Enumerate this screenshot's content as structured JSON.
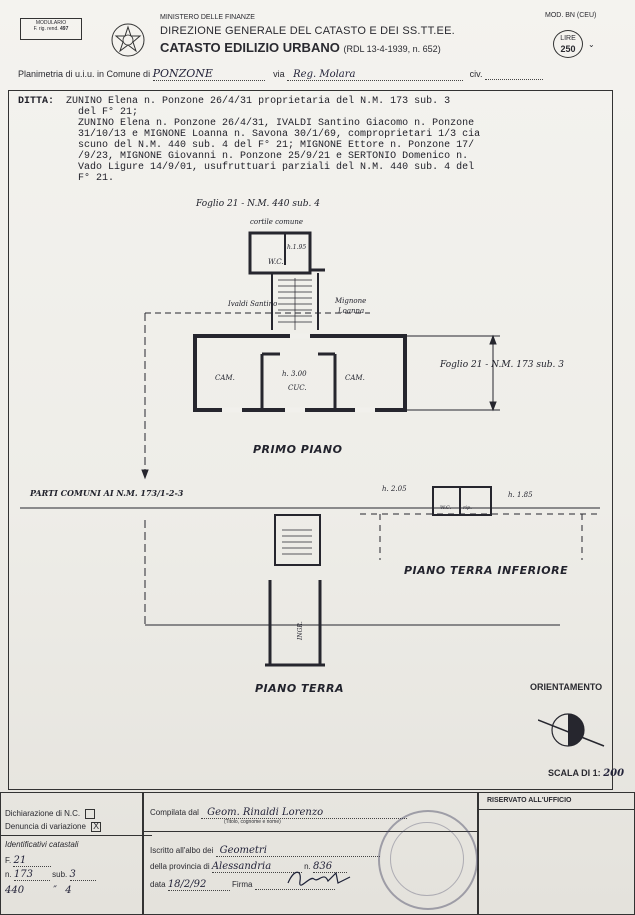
{
  "header": {
    "modulario_line1": "MODULARIO",
    "modulario_line2": "F. rig. rend.",
    "modulario_num": "497",
    "ministry": "MINISTERO DELLE FINANZE",
    "direzione": "DIREZIONE GENERALE DEL CATASTO E DEI SS.TT.EE.",
    "catasto": "CATASTO EDILIZIO URBANO",
    "rdl": "(RDL 13-4-1939, n. 652)",
    "mod": "MOD. BN (CEU)",
    "lire_label": "LIRE",
    "lire_value": "250"
  },
  "planimetria": {
    "label": "Planimetria di u.i.u. in Comune di",
    "comune": "PONZONE",
    "via_label": "via",
    "via": "Reg. Molara",
    "civ_label": "civ."
  },
  "ditta": {
    "label": "DITTA:",
    "lines": [
      "ZUNINO Elena n. Ponzone 26/4/31 proprietaria del N.M. 173 sub. 3",
      "del F° 21;",
      "ZUNINO Elena n. Ponzone 26/4/31, IVALDI Santino Giacomo n. Ponzone",
      "31/10/13 e MIGNONE Loanna n. Savona 30/1/69, comproprietari 1/3 cia",
      "scuno del N.M. 440 sub. 4 del F° 21; MIGNONE Ettore n. Ponzone 17/",
      "/9/23, MIGNONE Giovanni n. Ponzone 25/9/21 e SERTONIO Domenico n.",
      "Vado Ligure 14/9/01, usufruttuari parziali del N.M. 440 sub. 4 del",
      "F° 21."
    ]
  },
  "plan": {
    "foglio_440": "Foglio 21 - N.M. 440 sub. 4",
    "cortile": "cortile comune",
    "h195": "h.1.95",
    "wc": "W.C.",
    "ivaldi": "Ivaldi Santino",
    "mignone_1": "Mignone",
    "mignone_2": "Loanna",
    "foglio_173": "Foglio 21 - N.M. 173 sub. 3",
    "cam_left": "CAM.",
    "cam_right": "CAM.",
    "h300": "h. 3.00",
    "cuc": "CUC.",
    "primo_piano": "PRIMO PIANO",
    "parti_comuni": "PARTI COMUNI AI N.M. 173/1-2-3",
    "h205": "h. 2.05",
    "h185": "h. 1.85",
    "wc2": "W.C.",
    "rip": "rip.",
    "piano_terra_inferiore": "PIANO TERRA INFERIORE",
    "piano_terra": "PIANO TERRA",
    "ingr": "INGR."
  },
  "orientamento": "ORIENTAMENTO",
  "scala_label": "SCALA DI 1:",
  "scala_value": "200",
  "footer": {
    "dichiarazione": "Dichiarazione di N.C.",
    "denuncia": "Denuncia di variazione",
    "denuncia_mark": "X",
    "identificativi": "Identificativi catastali",
    "f_label": "F.",
    "f_value": "21",
    "n_label": "n.",
    "n_value": "173",
    "sub_label": "sub.",
    "sub_value": "3",
    "n2_value": "440",
    "sub2_value": "4",
    "compilata_label": "Compilata dal",
    "compilata_value": "Geom. Rinaldi Lorenzo",
    "compilata_hint": "(Titolo, cognome e nome)",
    "iscritto_label": "Iscritto all'albo dei",
    "iscritto_value": "Geometri",
    "provincia_label": "della provincia di",
    "provincia_value": "Alessandria",
    "num_label": "n.",
    "num_value": "836",
    "data_label": "data",
    "data_value": "18/2/92",
    "firma_label": "Firma",
    "riservato": "RISERVATO ALL'UFFICIO"
  }
}
